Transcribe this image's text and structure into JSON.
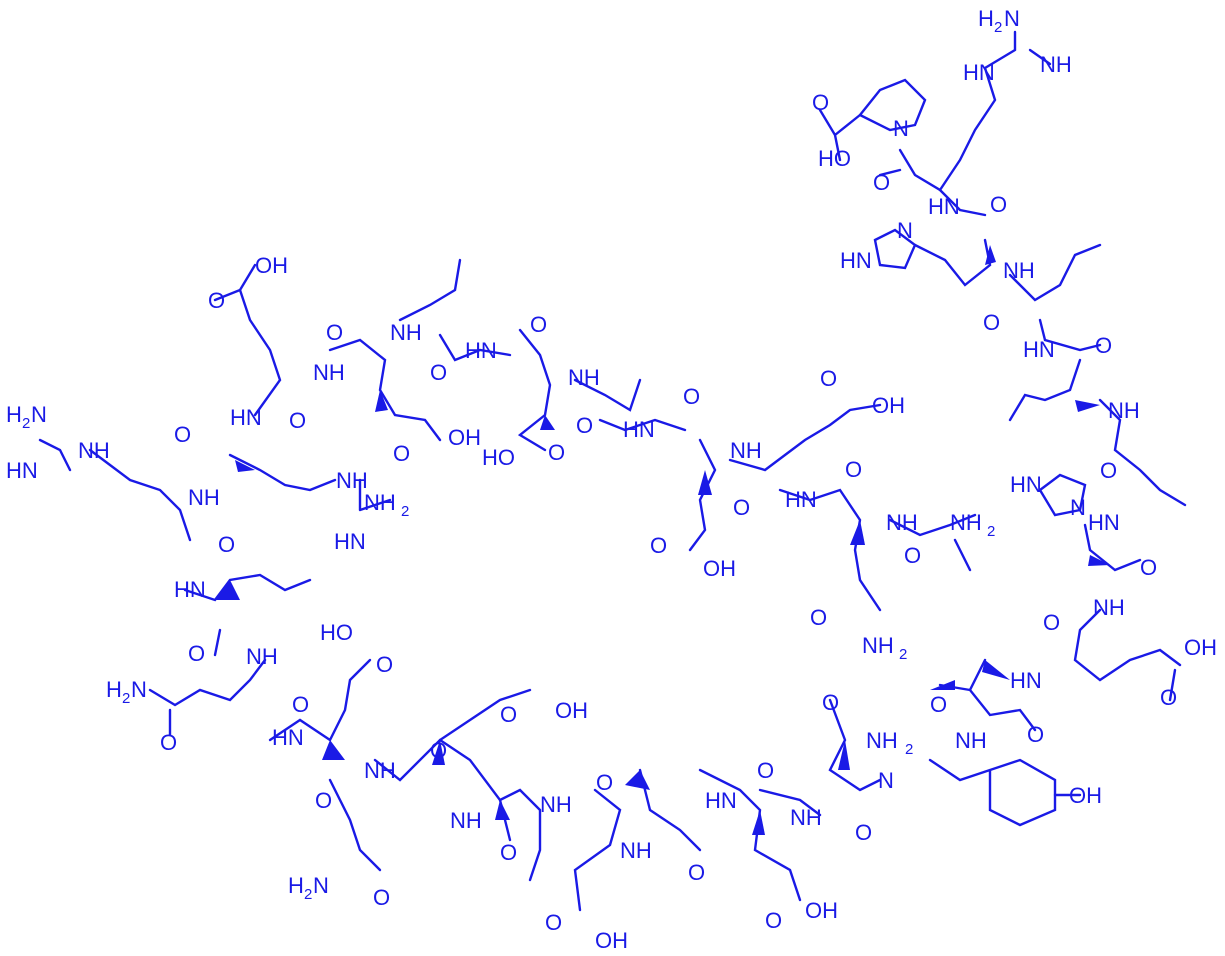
{
  "atom_labels": {
    "oh": "OH",
    "ho": "HO",
    "o": "O",
    "nh": "NH",
    "hn": "HN",
    "n": "N",
    "nh2": "NH",
    "h2n": "H",
    "two": "2",
    "amine_nh2": "NH"
  },
  "colors": {
    "structure": "#1a1ae6",
    "background": "#ffffff"
  }
}
